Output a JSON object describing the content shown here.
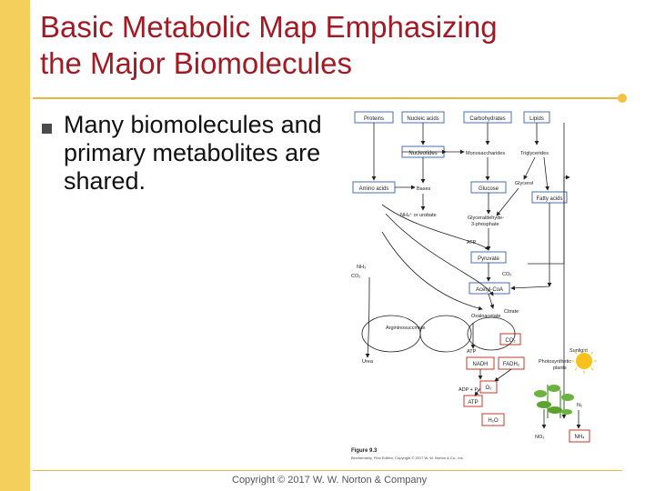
{
  "slide": {
    "title_line1": "Basic Metabolic Map Emphasizing",
    "title_line2": "the Major Biomolecules",
    "bullet": "Many biomolecules and primary metabolites are shared.",
    "copyright": "Copyright © 2017 W. W. Norton & Company",
    "accent_color": "#a11a24",
    "sidebar_color": "#f5cf5b"
  },
  "diagram": {
    "boxes": {
      "proteins": "Proteins",
      "nucleic_acids": "Nucleic acids",
      "carbohydrates": "Carbohydrates",
      "lipids": "Lipids",
      "nucleotides": "Nucleotides",
      "amino_acids": "Amino acids",
      "glucose": "Glucose",
      "fatty_acids": "Fatty acids",
      "pyruvate": "Pyruvate",
      "acetyl_coa": "Acetyl-CoA",
      "nadh": "NADH",
      "fadh2": "FADH₂",
      "o2": "O₂",
      "atp_box": "ATP",
      "h2o": "H₂O",
      "co2_box": "CO₂",
      "nh4_box": "NH₄"
    },
    "labels": {
      "monosaccharides": "Monosaccharides",
      "triglycerides": "Triglycerides",
      "glycerol": "Glycerol",
      "bases": "Bases",
      "nh4_urobate": "NH₄⁺ or urobate",
      "glyceraldehyde": "Glyceraldehyde-",
      "phosphate": "3-phosphate",
      "atp1": "ATP",
      "nh3": "NH₃",
      "co2_left": "CO₂",
      "co2_right": "CO₂",
      "citrate": "Citrate",
      "oxaloacetate": "Oxaloacetate",
      "argininosuccinate": "Argininosuccinate",
      "atp2": "ATP",
      "urea": "Urea",
      "adp_pi": "ADP + Pᵢ",
      "photosynthetic": "Photosynthetic",
      "plants": "plants",
      "sunlight": "Sunlight",
      "n2": "N₂",
      "no3": "NO₃",
      "figure": "Figure 9.3",
      "caption": "Biochemistry, First Edition, Copyright © 2017 W. W. Norton & Co., Inc."
    }
  }
}
